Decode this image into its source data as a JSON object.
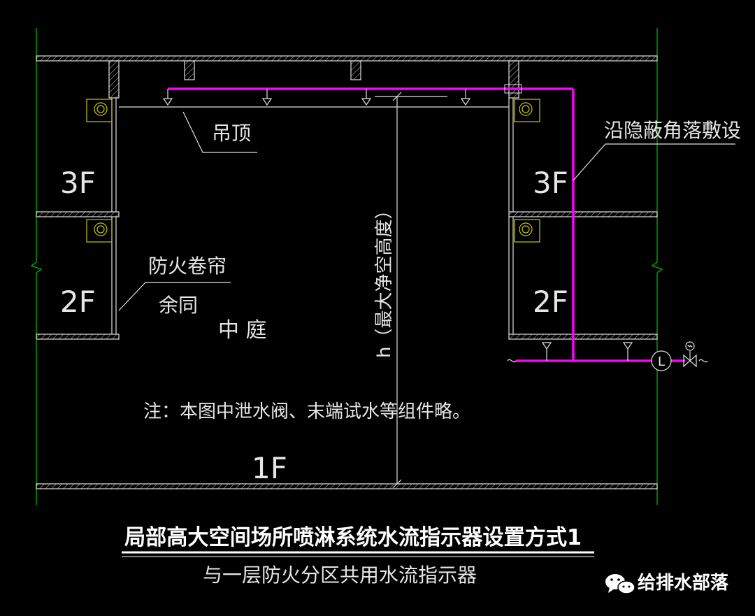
{
  "labels": {
    "ceiling": "吊顶",
    "concealed_routing": "沿隐蔽角落敷设",
    "fire_shutter": "防火卷帘",
    "others_same": "余同",
    "atrium": "中 庭",
    "max_clear_height": "h（最大净空高度）",
    "note": "注：本图中泄水阀、末端试水等组件略。"
  },
  "floors": {
    "left_3f": "3F",
    "left_2f": "2F",
    "right_3f": "3F",
    "right_2f": "2F",
    "center_1f": "1F"
  },
  "title": "局部高大空间场所喷淋系统水流指示器设置方式1",
  "subtitle": "与一层防火分区共用水流指示器",
  "watermark": {
    "text": "给排水部落",
    "icon": "wechat-icon"
  },
  "symbols": {
    "flow_indicator": "L"
  },
  "colors": {
    "background": "#000000",
    "pipe": "#ff00ff",
    "structure": "#e0e0e0",
    "gridline": "#00c000",
    "fixture": "#c8c800",
    "text": "#e6e6e6"
  }
}
